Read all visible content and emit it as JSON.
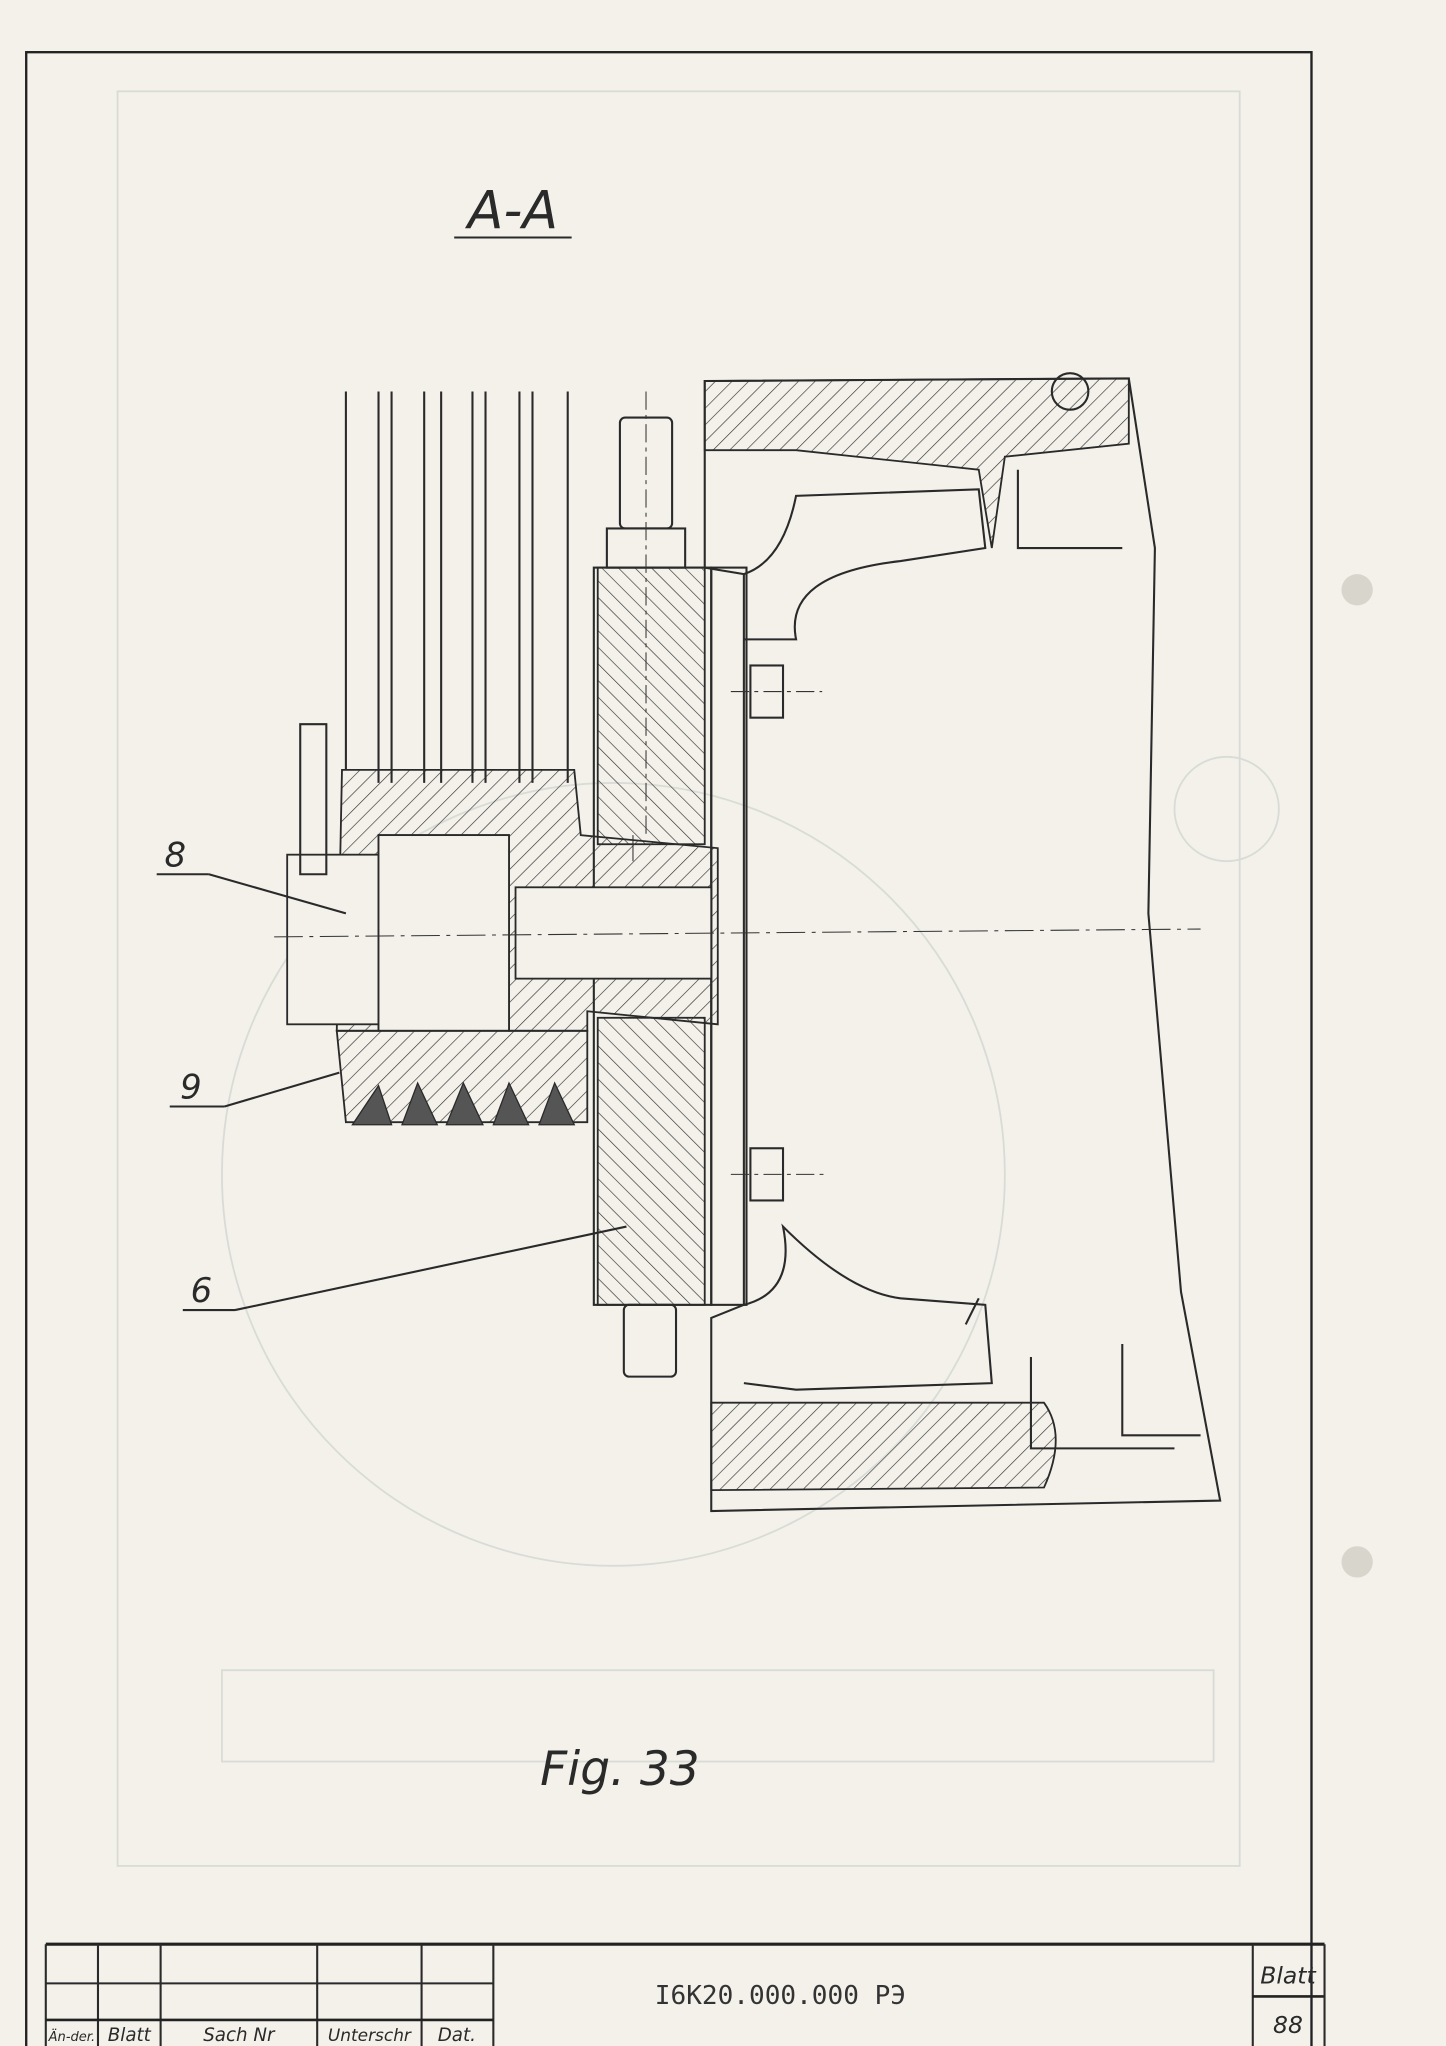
{
  "drawing": {
    "section_title": "A-A",
    "figure_caption": "Fig. 33",
    "callouts": [
      "8",
      "9",
      "6"
    ]
  },
  "title_block": {
    "document_number": "I6K20.000.000 PЭ",
    "sheet_label": "Blatt",
    "sheet_number": "88",
    "columns": [
      "Än-der.",
      "Blatt",
      "Sach Nr",
      "Unterschr",
      "Dat."
    ]
  }
}
